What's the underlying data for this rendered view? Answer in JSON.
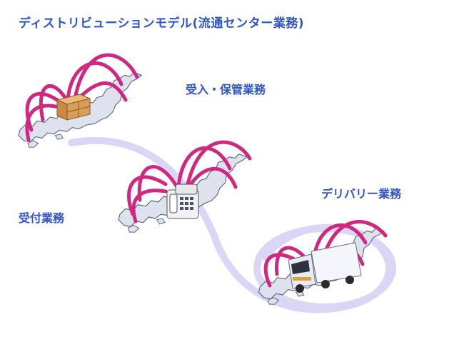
{
  "title": "ディストリビューションモデル(流通センター業務)",
  "labels": {
    "receiving_storage": "受入・保管業務",
    "order_receiving": "受付業務",
    "delivery": "デリバリー業務"
  },
  "colors": {
    "text": "#2f55c8",
    "arc": "#d0287f",
    "flow_band": "#dcd6f6",
    "map_fill": "#dde2ee",
    "map_stroke": "#5b6478"
  },
  "icons": {
    "receiving_storage": "cardboard-boxes-icon",
    "order_receiving": "telephone-icon",
    "delivery": "delivery-truck-icon"
  }
}
